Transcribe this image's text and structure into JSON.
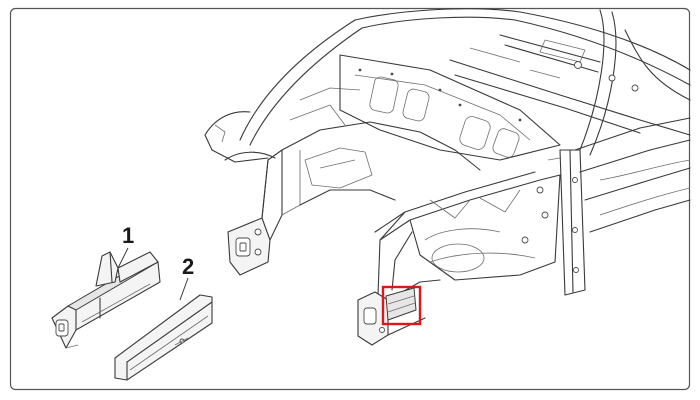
{
  "callouts": [
    {
      "id": "1",
      "label": "1"
    },
    {
      "id": "2",
      "label": "2"
    }
  ],
  "colors": {
    "frame": "#555555",
    "line": "#3a3a3a",
    "highlight": "#e0161b",
    "background": "#ffffff"
  }
}
